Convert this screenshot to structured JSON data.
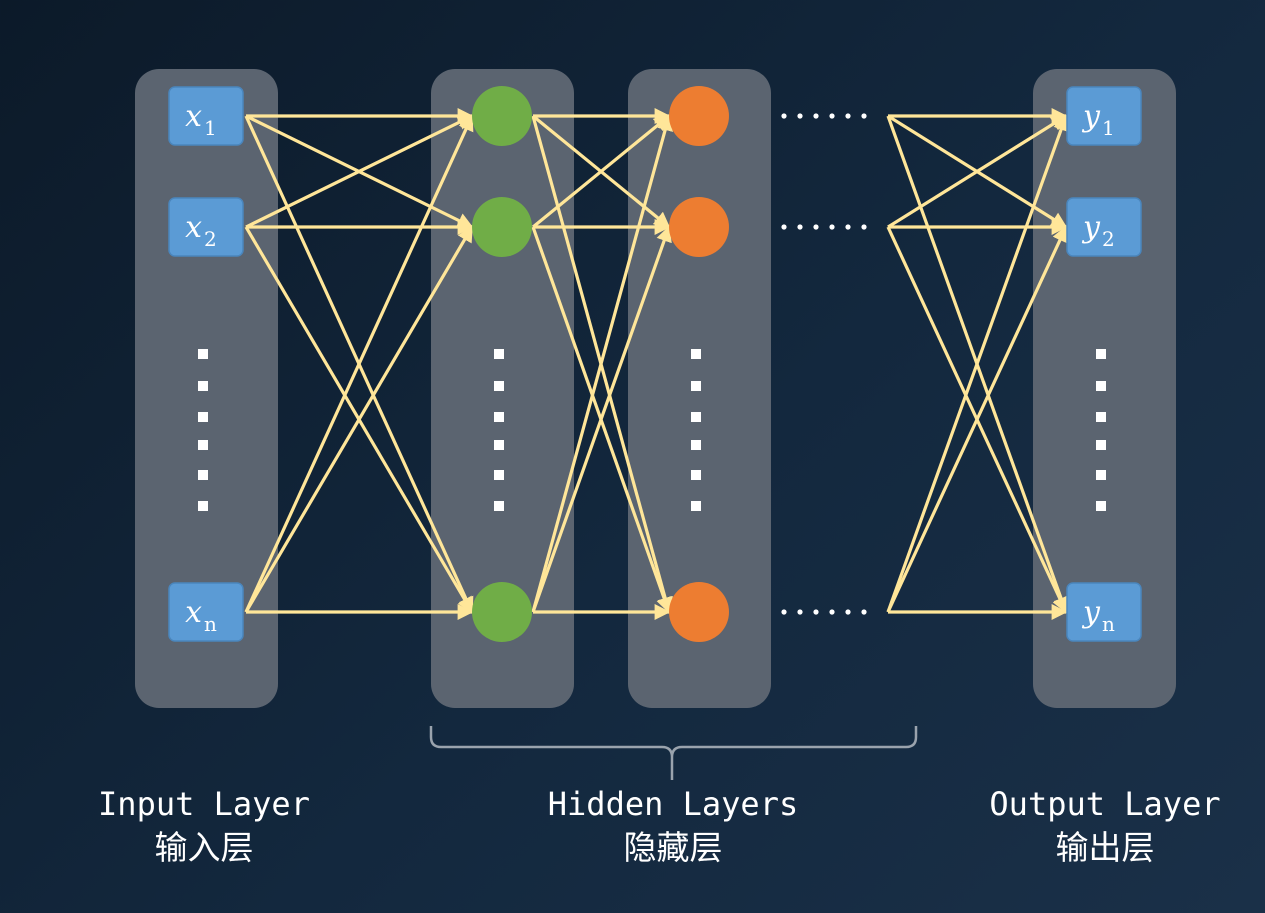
{
  "labels": {
    "input": {
      "en": "Input Layer",
      "zh": "输入层"
    },
    "hidden": {
      "en": "Hidden Layers",
      "zh": "隐藏层"
    },
    "output": {
      "en": "Output Layer",
      "zh": "输出层"
    }
  },
  "input_nodes": [
    {
      "sym": "x",
      "sub": "1"
    },
    {
      "sym": "x",
      "sub": "2"
    },
    {
      "sym": "x",
      "sub": "n"
    }
  ],
  "output_nodes": [
    {
      "sym": "y",
      "sub": "1"
    },
    {
      "sym": "y",
      "sub": "2"
    },
    {
      "sym": "y",
      "sub": "n"
    }
  ],
  "colors": {
    "panel": "#5b6470",
    "node_box": "#5b9bd5",
    "hidden1": "#70ad47",
    "hidden2": "#ed7d31",
    "connection": "#ffe699",
    "dots": "#ffffff"
  }
}
